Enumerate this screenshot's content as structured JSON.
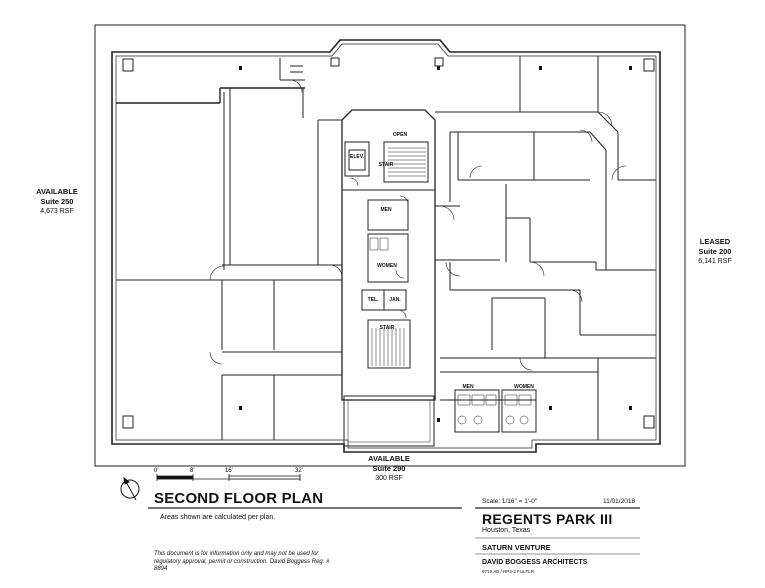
{
  "plan": {
    "title": "SECOND FLOOR PLAN",
    "note": "Areas shown are calculated per plan.",
    "scale_text": "Scale: 1/16\" = 1'-0\"",
    "date": "11/01/2018",
    "scale_bar": {
      "ticks": [
        "0'",
        "8'",
        "16'",
        "32'"
      ]
    }
  },
  "suites": {
    "west": {
      "status": "AVAILABLE",
      "suite": "Suite 250",
      "area": "4,673 RSF"
    },
    "east": {
      "status": "LEASED",
      "suite": "Suite 200",
      "area": "6,141 RSF"
    },
    "south": {
      "status": "AVAILABLE",
      "suite": "Suite 290",
      "area": "300 RSF"
    }
  },
  "rooms": {
    "open": "OPEN",
    "elev": "ELEV.",
    "stair_top": "STAIR",
    "men_core": "MEN",
    "women_core": "WOMEN",
    "tel": "TEL.",
    "jan": "JAN.",
    "stair_bottom": "STAIR",
    "men_south": "MEN",
    "women_south": "WOMEN"
  },
  "title_block": {
    "project": "REGENTS PARK III",
    "city": "Houston, Texas",
    "client": "SATURN VENTURE",
    "architect": "DAVID BOGGESS ARCHITECTS",
    "code": "9719.AB / RP3-2 FULFLR"
  },
  "disclaimer": "This document is for information only and may not be used for regulatory approval, permit or construction. David Boggess Reg. # 8894",
  "icons": [
    "north-arrow-icon"
  ]
}
